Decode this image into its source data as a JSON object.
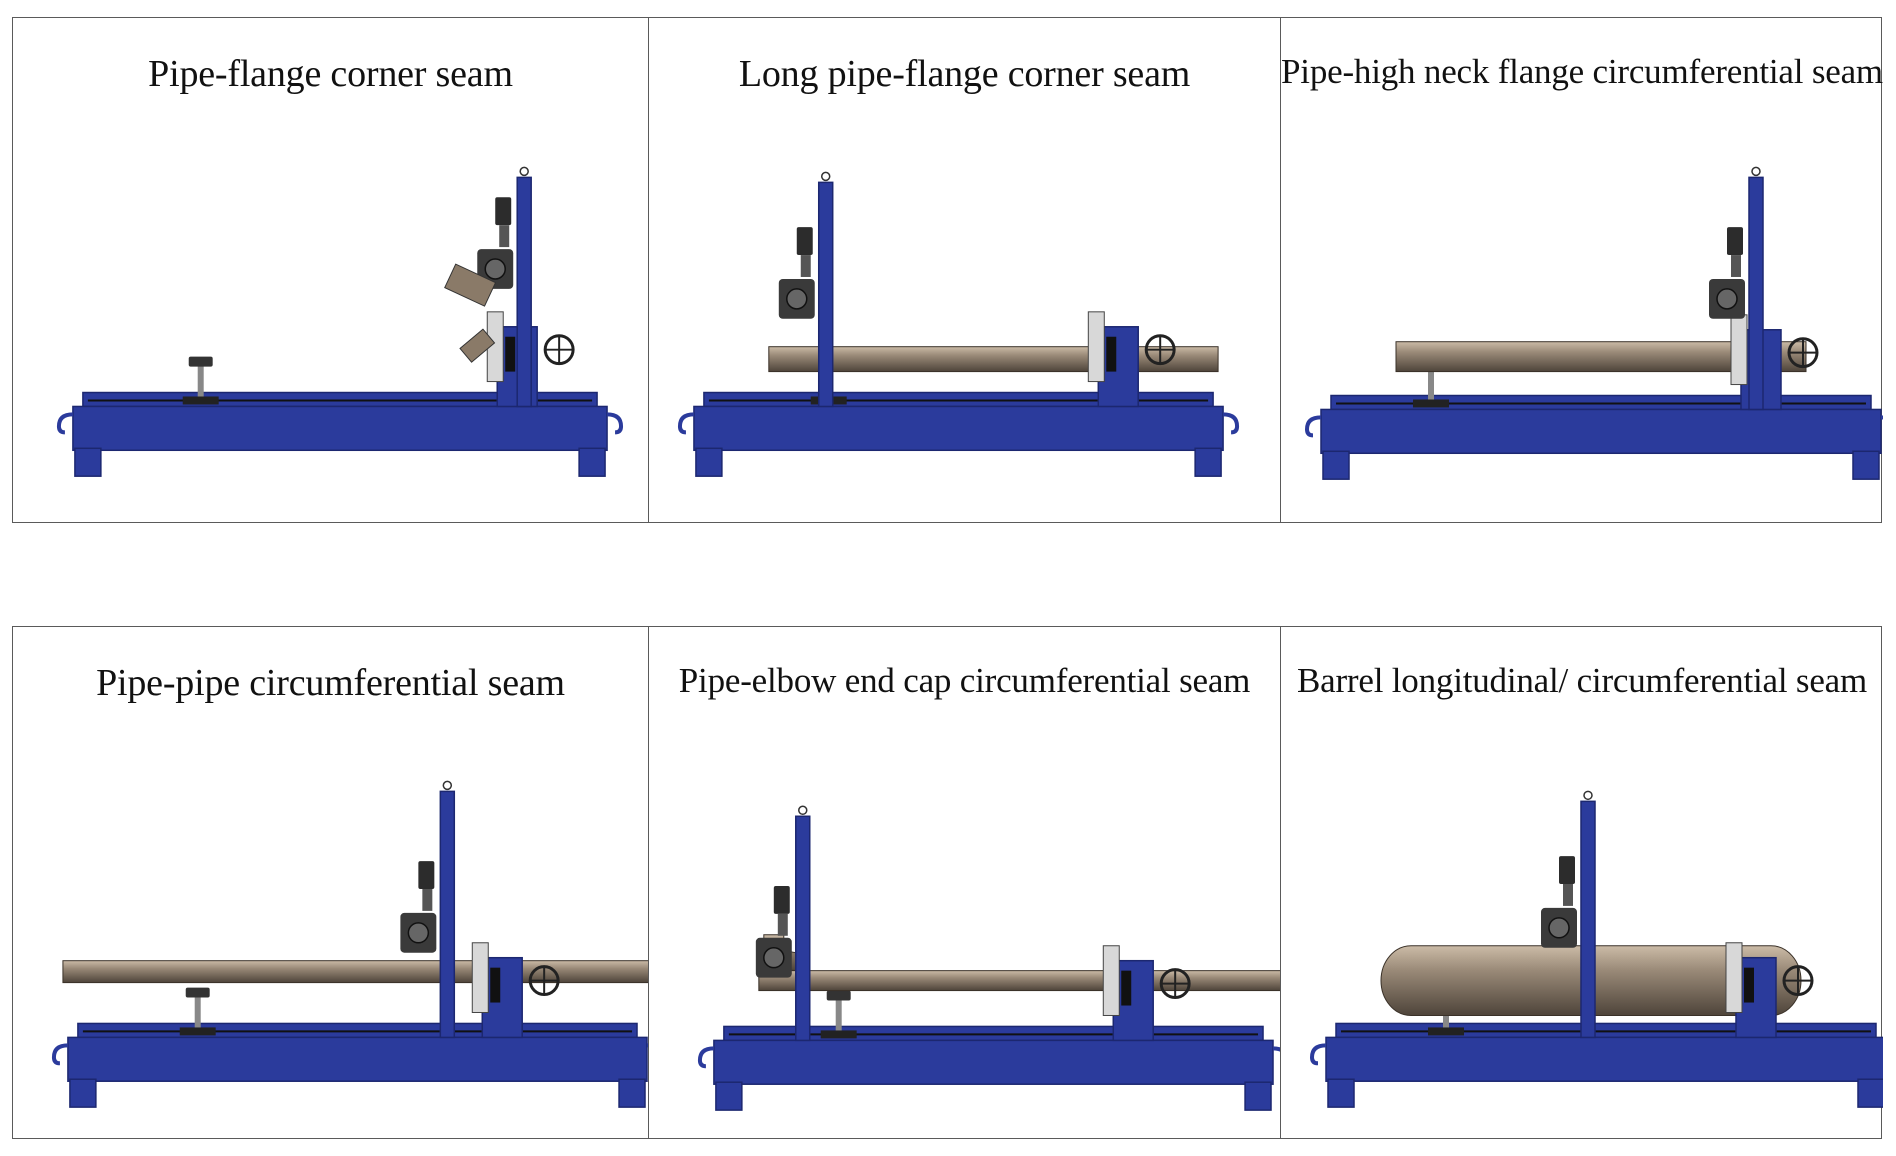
{
  "colors": {
    "frame_blue": "#2b3b9c",
    "frame_dark": "#1c2770",
    "pipe_tan": "#9a8a78",
    "motor_dark": "#2c2c2c",
    "border": "#5a5a5a"
  },
  "panels": [
    {
      "title": "Pipe-flange corner seam",
      "config": "flange-angled"
    },
    {
      "title": "Long pipe-flange corner seam",
      "config": "long-pipe"
    },
    {
      "title": "Pipe-high neck flange circumferential seam",
      "config": "high-neck"
    },
    {
      "title": "Pipe-pipe circumferential seam",
      "config": "pipe-pipe"
    },
    {
      "title": "Pipe-elbow end cap circumferential seam",
      "config": "elbow"
    },
    {
      "title": "Barrel longitudinal/ circumferential seam",
      "config": "barrel"
    }
  ]
}
